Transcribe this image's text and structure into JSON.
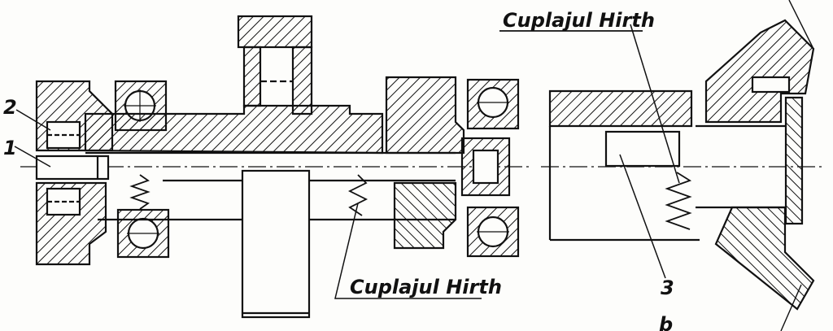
{
  "labels": {
    "hirth_top": "Cuplajul Hirth",
    "hirth_bottom": "Cuplajul Hirth",
    "part_1": "1",
    "part_2": "2",
    "part_3": "3",
    "view_b": "b"
  },
  "colors": {
    "ink": "#111111",
    "paper": "#fdfdfb"
  }
}
